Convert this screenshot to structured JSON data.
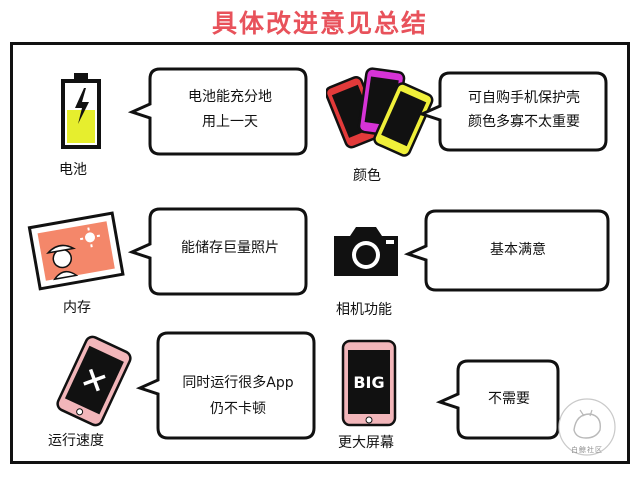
{
  "title": "具体改进意见总结",
  "items": [
    {
      "label": "电池",
      "bubble": [
        "电池能充分地",
        "用上一天"
      ],
      "icon": "battery-icon"
    },
    {
      "label": "颜色",
      "bubble": [
        "可自购手机保护壳",
        "颜色多寡不太重要"
      ],
      "icon": "colored-phones-icon"
    },
    {
      "label": "内存",
      "bubble": [
        "能储存巨量照片"
      ],
      "icon": "photo-icon"
    },
    {
      "label": "相机功能",
      "bubble": [
        "基本满意"
      ],
      "icon": "camera-icon"
    },
    {
      "label": "运行速度",
      "bubble": [
        "同时运行很多App",
        "仍不卡顿"
      ],
      "icon": "phone-x-icon"
    },
    {
      "label": "更大屏幕",
      "bubble": [
        "不需要"
      ],
      "icon": "big-screen-phone-icon",
      "screen_text": "BIG"
    }
  ],
  "watermark": "白鲸社区",
  "colors": {
    "title": "#e8525b",
    "battery": "#e6ee2e",
    "phone_red": "#e23a3a",
    "phone_magenta": "#d633d6",
    "phone_yellow": "#f0f03a",
    "photo": "#f4876a",
    "phone_pink": "#f2b6ba"
  }
}
